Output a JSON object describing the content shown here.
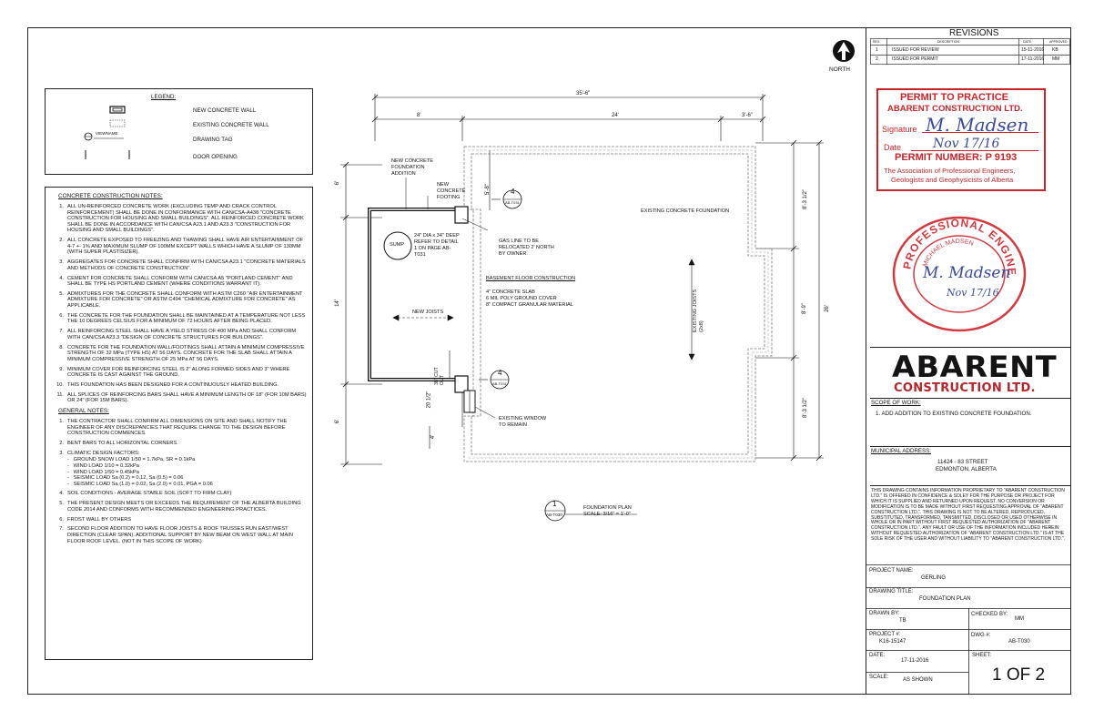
{
  "north": {
    "label": "NORTH"
  },
  "legend": {
    "title": "LEGEND:",
    "items": [
      {
        "label": "NEW CONCRETE WALL"
      },
      {
        "label": "EXISTING CONCRETE WALL"
      },
      {
        "label": "DRAWING TAG"
      },
      {
        "label": "DOOR OPENING"
      }
    ],
    "tag_sample": "VIEWNAME"
  },
  "concrete_notes": {
    "title": "CONCRETE CONSTRUCTION NOTES:",
    "items": [
      "ALL UN-REINFORCED CONCRETE WORK (EXCLUDING TEMP AND CRACK CONTROL REINFORCEMENT) SHALL BE DONE IN CONFORMANCE WITH CAN/CSA-A438 \"CONCRETE CONSTRUCTION FOR HOUSING AND SMALL BUILDINGS\". ALL REINFORCED CONCRETE WORK SHALL BE DONE IN ACCORDANCE WITH CAN/CSA A23.1 AND A23.3 \"CONSTRUCTION FOR HOUSING AND SMALL BUILDINGS\".",
      "ALL CONCRETE EXPOSED TO FREEZING AND THAWING SHALL HAVE AIR ENTERTAINMENT OF 4-7 +- 1% AND MAXIMUM SLUMP OF 100MM EXCEPT WALLS WHICH HAVE A SLUMP OF 130MM (WITH SUPER PLASTISIZER).",
      "AGGREGATES FOR CONCRETE SHALL CONFIRM WITH CAN/CSA A23.1 \"CONCRETE MATERIALS AND METHODS OF CONCRETE CONSTRUCTION\".",
      "CEMENT FOR CONCRETE SHALL CONFORM WITH CAN/CSA A5 \"PORTLAND CEMENT\" AND SHALL BE TYPE HS PORTLAND CEMENT (WHERE CONDITIONS WARRANT IT).",
      "ADMIXTURES FOR THE CONCRETE SHALL CONFORM WITH ASTM C260 \"AIR ENTERTAINMENT ADMIXTURE FOR CONCRETE\" OR ASTM C494 \"CHEMICAL ADMIXTURE FOR CONCRETE\" AS APPLICABLE.",
      "THE CONCRETE FOR THE FOUNDATION SHALL BE MAINTAINED AT A TEMPERATURE NOT LESS THE 10 DEGREES CELSIUS FOR A MINIMUM OF 72 HOURS AFTER BEING PLACED.",
      "ALL REINFORCING STEEL SHALL HAVE A YIELD STRESS OF 400 MPa AND SHALL CONFORM WITH CAN/CSA A23.3 \"DESIGN OF CONCRETE STRUCTURES FOR BUILDINGS\".",
      "CONCRETE FOR THE FOUNDATION WALL/FOOTINGS SHALL ATTAIN A MINIMUM COMPRESSIVE STRENGTH OF 32 MPa (TYPE HS) AT 56 DAYS. CONCRETE FOR THE SLAB SHALL ATTAIN A MINIMUM COMPRESSIVE STRENGTH OF 25 MPa AT 56 DAYS.",
      "MINIMUM COVER FOR REINFORCING STEEL IS 2\" ALONG FORMED SIDES AND 3\" WHERE CONCRETE IS CAST AGAINST THE GROUND.",
      "THIS FOUNDATION HAS BEEN DESIGNED FOR A CONTINUOUSLY HEATED BUILDING.",
      "ALL SPLICES OF REINFORCING BARS SHALL HAVE A MINIMUM LENGTH OF 18\" (FOR 10M BARS) OR 24\" (FOR 15M BARS)."
    ]
  },
  "general_notes": {
    "title": "GENERAL NOTES:",
    "items": [
      "THE CONTRACTOR SHALL CONFIRM ALL DIMENSIONS ON SITE AND SHALL NOTIFY THE ENGINEER OF ANY DISCREPANCIES THAT REQUIRE CHANGE TO THE DESIGN BEFORE CONSTRUCTION COMMENCES.",
      "BENT BARS TO ALL HORIZONTAL CORNERS.",
      "CLIMATIC DESIGN FACTORS:",
      "SOIL CONDITIONS - AVERAGE STABLE SOIL (SOFT TO FIRM CLAY)",
      "THE PRESENT DESIGN MEETS OR EXCEEDS THE REQUIREMENT OF THE ALBERTA BUILDING CODE 2014 AND CONFORMS WITH RECOMMENDED ENGINEERING PRACTICES.",
      "FROST WALL BY OTHERS",
      "SECOND FLOOR ADDITION TO HAVE FLOOR JOISTS & ROOF TRUSSES RUN EAST/WEST DIRECTION (CLEAR SPAN). ADDITIONAL SUPPORT BY NEW BEAM ON WEST WALL AT MAIN FLOOR ROOF LEVEL. (NOT IN THIS SCOPE OF WORK)"
    ],
    "climatic": [
      "GROUND SNOW LOAD 1/50 = 1.7kPa, SR = 0.1kPa",
      "WIND LOAD 1/10 = 0.32kPa",
      "WIND LOAD 1/50 = 0.45kPa",
      "SEISMIC LOAD Sa (0.2) = 0.12, Sa (0.5) = 0.06",
      "SEISMIC LOAD Sa (1.0) = 0.02, Sa (2.0) = 0.01, PGA = 0.06"
    ]
  },
  "plan": {
    "dims": {
      "overall": "35'-6\"",
      "left_seg": "8'",
      "mid_seg": "24'",
      "right_seg": "3'-6\"",
      "left_top": "6'",
      "left_mid": "14'",
      "left_bot": "6'",
      "right_top": "8'-3 1/2\"",
      "right_mid": "8'-9\"",
      "right_bot": "8'-3 1/2\"",
      "right_overall": "26'",
      "inner_top": "5'-8\"",
      "inner_bot": "20 1/2\"",
      "cut_out": "38\" CUT OUT",
      "small_4": "4'"
    },
    "notes": {
      "new_wall": "NEW CONCRETE FOUNDATION ADDITION",
      "new_footing": "NEW CONCRETE FOOTING",
      "sump": "SUMP",
      "sump_note": "24\" DIA x 34\" DEEP REFER TO DETAIL 1 ON PAGE AB-T031",
      "gas_line": "GAS LINE TO BE RELOCATED 2' NORTH BY OWNER.",
      "basement_title": "BASEMENT FLOOR CONSTRUCTION",
      "basement_lines": [
        "4\" CONCRETE SLAB",
        "6 MIL POLY GROUND COVER",
        "8\" COMPACT GRANULAR MATERIAL"
      ],
      "existing_foundation": "EXISTING CONCRETE FOUNDATION",
      "existing_joists": "EXISTING JOISTS (2x8)",
      "new_joists": "NEW JOISTS",
      "existing_window": "EXISTING WINDOW TO REMAIN"
    },
    "tags": [
      {
        "num": "4",
        "sheet": "AB-T031"
      },
      {
        "num": "4",
        "sheet": "AB-T031"
      }
    ],
    "view_tag": {
      "num": "1",
      "sheet": "AB-T030",
      "title": "FOUNDATION PLAN",
      "scale": "SCALE: 3/16\" = 1'-0\""
    }
  },
  "revisions": {
    "title": "REVISIONS",
    "headers": [
      "REV.",
      "DESCRIPTION",
      "DATE",
      "APPROVED"
    ],
    "rows": [
      {
        "rev": "1",
        "desc": "ISSUED FOR REVIEW",
        "date": "15-11-2016",
        "by": "KB"
      },
      {
        "rev": "2",
        "desc": "ISSUED FOR PERMIT",
        "date": "17-11-2016",
        "by": "MM"
      }
    ]
  },
  "permit": {
    "title": "PERMIT TO PRACTICE",
    "company": "ABARENT CONSTRUCTION LTD.",
    "signature_label": "Signature",
    "signature": "M. Madsen",
    "date_label": "Date",
    "date": "Nov 17/16",
    "number": "PERMIT NUMBER:  P 9193",
    "assoc1": "The Association of Professional Engineers,",
    "assoc2": "Geologists and Geophysicists of Alberta"
  },
  "seal": {
    "arc": "PROFESSIONAL ENGINEER",
    "name": "MICHAEL MADSEN",
    "signature": "M. Madsen",
    "date": "Nov 17/16"
  },
  "company": {
    "name": "ABARENT",
    "sub": "CONSTRUCTION LTD."
  },
  "scope": {
    "title": "SCOPE OF WORK:",
    "items": [
      "1.   ADD ADDITION TO EXISTING CONCRETE FOUNDATION."
    ]
  },
  "address": {
    "title": "MUNICIPAL ADDRESS:",
    "line1": "11424 - 83 STREET",
    "line2": "EDMONTON, ALBERTA"
  },
  "legal": "THIS DRAWING CONTAINS INFORMATION PROPRIETARY TO \"ABARENT CONSTRUCTION LTD.\" IS OFFERED IN CONFIDENCE & SOLEY FOR THE PURPOSE OR PROJECT FOR WHICH IT IS SUPPLIED AND RETURNED UPON REQUEST. NO CONVERSION OR MODIFICATION IS TO BE MADE WITHOUT FIRST REQUESTING APPROVAL OF \"ABARENT CONSTRUCTION LTD.\". THIS DRAWING IS NOT TO BE ALTERED, REPRODUCED, SUBSTITUTED, TRANSFORMED, TANSMITTED, DISCLOSED OR USED OTHERWISE IN WHOLE OR IN PART WITHOUT FIRST REQUESTED AUTHORIZATION OF \"ABARENT CONSTRUCTION LTD.\". ANY FAULT OR USE OF THE INFORMATION INCLUDED HEREIN WITHOUT REQUESTED AUTHORIZATION OF \"ABARENT CONSTRUCTION LTD.\" IS AT THE SOLE RISK OF THE USER AND WITHOUT LIABILITY TO \"ABARENT CONSTRUCTION LTD.\".",
  "titleblock": {
    "project_name_label": "PROJECT NAME:",
    "project_name": "GERLING",
    "drawing_title_label": "DRAWING TITLE:",
    "drawing_title": "FOUNDATION PLAN",
    "drawn_by_label": "DRAWN BY:",
    "drawn_by": "TB",
    "checked_by_label": "CHECKED BY:",
    "checked_by": "MM",
    "project_no_label": "PROJECT #:",
    "project_no": "K16-15147",
    "dwg_label": "DWG #:",
    "dwg": "AB-T030",
    "date_label": "DATE:",
    "date": "17-11-2016",
    "sheet_label": "SHEET:",
    "sheet": "1 OF 2",
    "scale_label": "SCALE:",
    "scale": "AS SHOWN"
  }
}
